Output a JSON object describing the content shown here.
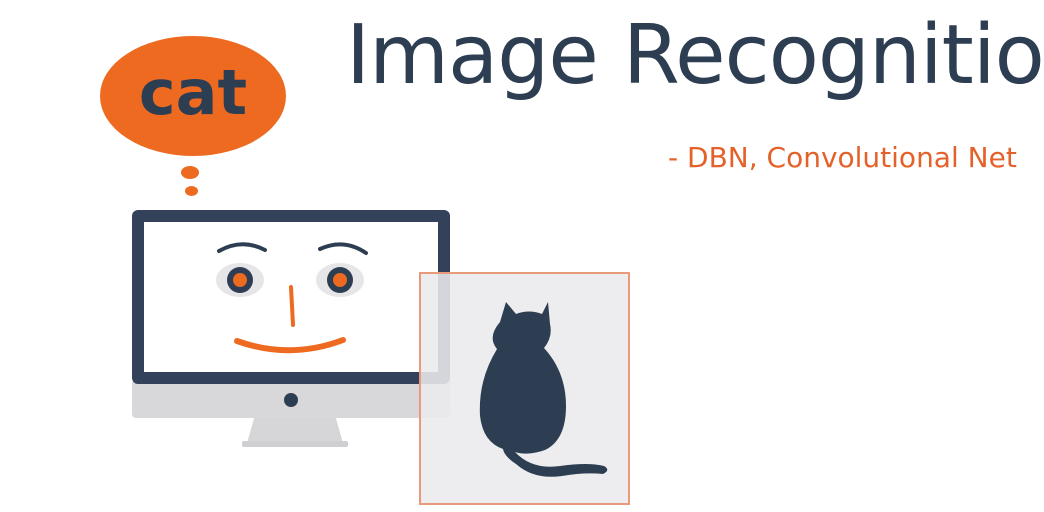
{
  "slide": {
    "title": "Image Recognition",
    "subtitle": "- DBN, Convolutional Net",
    "bubble_label": "cat"
  },
  "colors": {
    "dark": "#2e3e52",
    "accent": "#ee6a21",
    "screen_frame": "#33415a",
    "monitor_base": "#d8d8da",
    "photo_bg": "#ebebed",
    "photo_border": "#e99a7a"
  },
  "icons": {
    "monitor": "computer-monitor-icon",
    "cat": "cat-silhouette-icon"
  }
}
